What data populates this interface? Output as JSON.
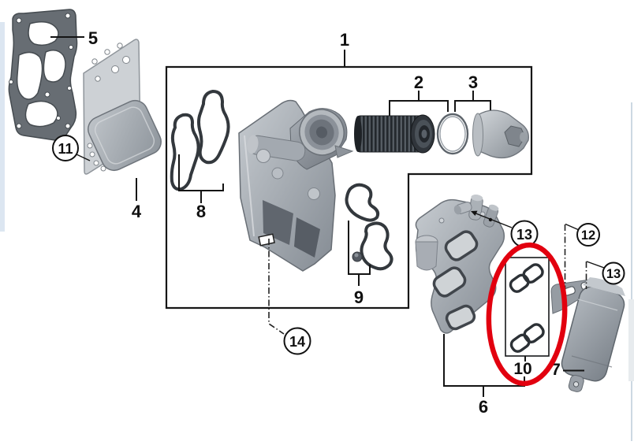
{
  "diagram_type": "exploded-parts-diagram",
  "callouts": {
    "n1": "1",
    "n2": "2",
    "n3": "3",
    "n4": "4",
    "n5": "5",
    "n6": "6",
    "n7": "7",
    "n8": "8",
    "n9": "9",
    "n10": "10",
    "n11": "11",
    "n12": "12",
    "n13a": "13",
    "n13b": "13",
    "n14": "14"
  },
  "highlight": {
    "color": "#e2000f"
  },
  "colors": {
    "left_strip": "#dce6f1",
    "right_strip": "#e7ebee",
    "right_edge_line": "#ccd8e2",
    "line": "#141414",
    "gasket_dark": "#676d73"
  }
}
